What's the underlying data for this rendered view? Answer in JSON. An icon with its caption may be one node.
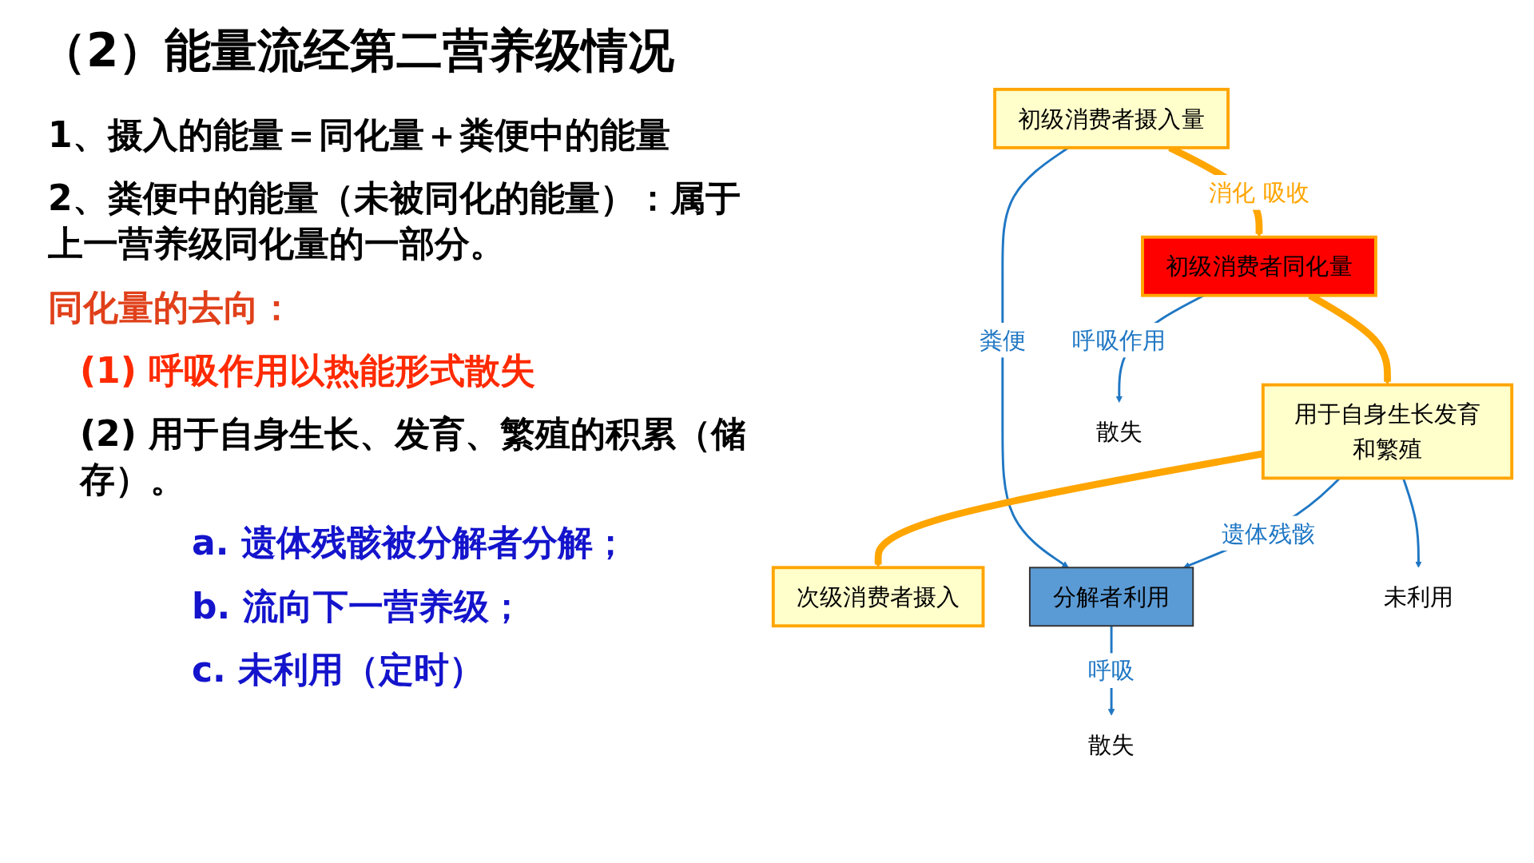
{
  "diagram": {
    "title": "（2）能量流经第二营养级情况",
    "nodes": [
      {
        "text": [
          "初级消费者摄入量"
        ]
      },
      {
        "text": [
          "初级消费者同化量"
        ]
      },
      {
        "text": [
          "用于自身生长发育和繁殖"
        ]
      },
      {
        "text": [
          "次级消费者摄入"
        ]
      },
      {
        "text": [
          "分解者利用"
        ]
      },
      {
        "text": [
          "散失"
        ]
      },
      {
        "text": [
          "未利用"
        ]
      },
      {
        "text": [
          "散失"
        ]
      }
    ],
    "edges": [
      {
        "from": 0,
        "to": 1,
        "arrow": "to",
        "label": "消化 吸收",
        "style": "thick",
        "color": "#ffa500"
      },
      {
        "from": 0,
        "to": 4,
        "arrow": "to",
        "label": "粪便"
      },
      {
        "from": 1,
        "to": 2,
        "arrow": "to",
        "style": "thick",
        "color": "#ffa500"
      },
      {
        "from": 1,
        "to": 5,
        "arrow": "to",
        "label": "呼吸作用"
      },
      {
        "from": 2,
        "to": 4,
        "arrow": "to",
        "label": "遗体残骸"
      },
      {
        "from": 2,
        "to": 3,
        "arrow": "to",
        "style": "thick",
        "color": "#ffa500"
      },
      {
        "from": 2,
        "to": 6,
        "arrow": "to"
      },
      {
        "from": 4,
        "to": 7,
        "arrow": "to",
        "label": "呼吸"
      }
    ],
    "labels": [
      "1、摄入的能量＝同化量＋粪便中的能量",
      "2、粪便中的能量（未被同化的能量）：属于上一营养级同化量的一部分。",
      "同化量的去向：",
      "(1) 呼吸作用以热能形式散失",
      "(2) 用于自身生长、发育、繁殖的积累（储存）。",
      "a. 遗体残骸被分解者分解；",
      "b. 流向下一营养级；",
      "c. 未利用（定时）"
    ]
  }
}
